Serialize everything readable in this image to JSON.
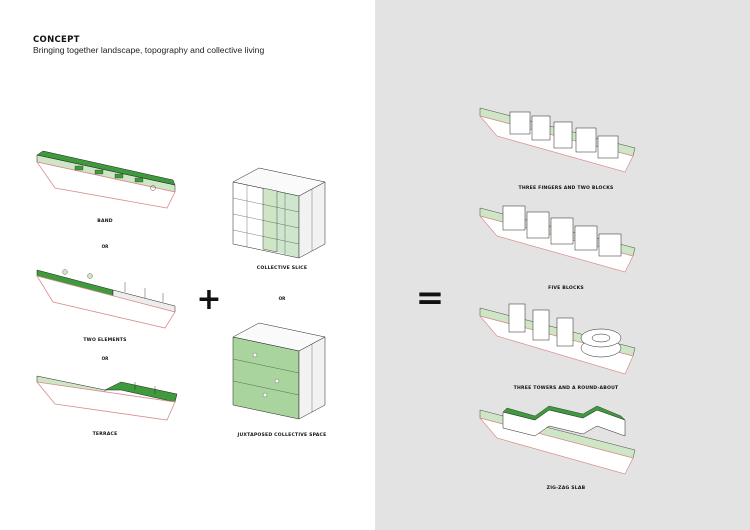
{
  "header": {
    "title": "CONCEPT",
    "subtitle": "Bringing together landscape, topography and collective living"
  },
  "left": {
    "band": "BAND",
    "or_1": "OR",
    "two_elements": "TWO ELEMENTS",
    "or_2": "OR",
    "terrace": "TERRACE",
    "collective_slice": "COLLECTIVE SLICE",
    "or_3": "OR",
    "juxtaposed": "JUXTAPOSED COLLECTIVE SPACE",
    "plus": "+"
  },
  "equals": "=",
  "right": {
    "option_1": "THREE FINGERS AND TWO BLOCKS",
    "option_2": "FIVE BLOCKS",
    "option_3": "THREE TOWERS AND A ROUND-ABOUT",
    "option_4": "ZIG-ZAG SLAB"
  },
  "colors": {
    "green": "#3e9a3c",
    "light_green": "#cfe6c6",
    "pale_green": "#e3f0dd",
    "terrain_edge": "#d98c8c",
    "right_bg": "#e3e3e3"
  }
}
